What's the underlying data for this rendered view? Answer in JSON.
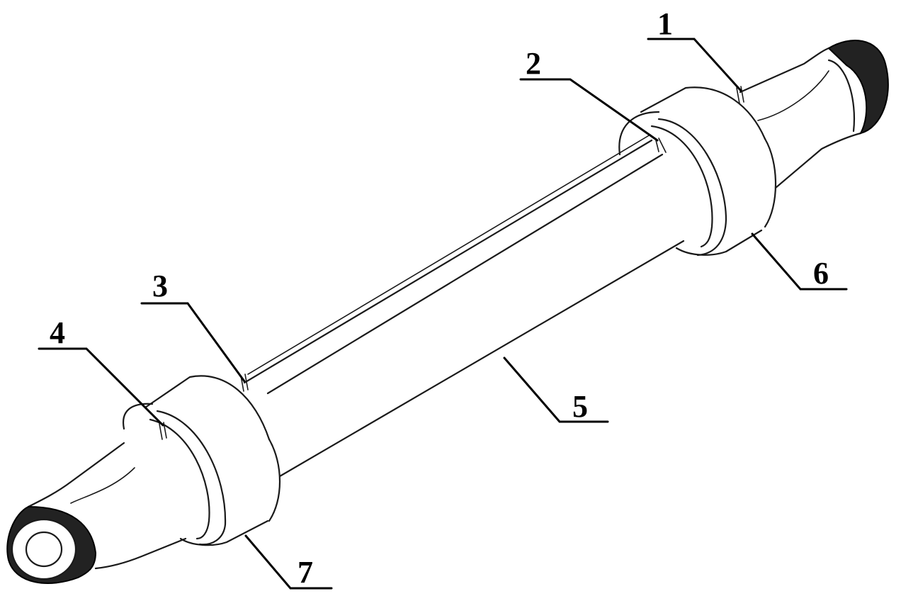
{
  "callouts": [
    {
      "id": "1",
      "label": "1"
    },
    {
      "id": "2",
      "label": "2"
    },
    {
      "id": "3",
      "label": "3"
    },
    {
      "id": "4",
      "label": "4"
    },
    {
      "id": "5",
      "label": "5"
    },
    {
      "id": "6",
      "label": "6"
    },
    {
      "id": "7",
      "label": "7"
    }
  ],
  "colors": {
    "line": "#1a1a1a",
    "thread": "#222222",
    "background": "#ffffff"
  }
}
